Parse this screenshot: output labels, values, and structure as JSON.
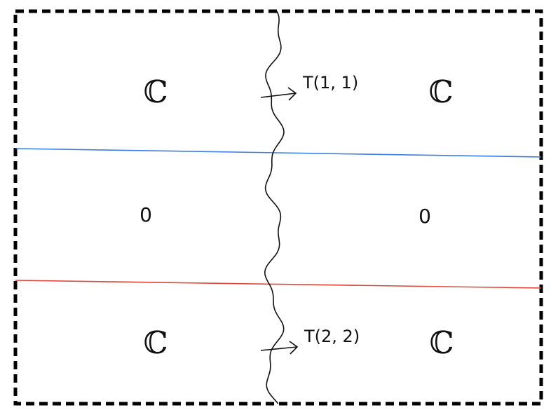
{
  "regions": {
    "top_left": "ℂ",
    "top_right": "ℂ",
    "middle_left": "0",
    "middle_right": "0",
    "bottom_left": "ℂ",
    "bottom_right": "ℂ"
  },
  "arrows": {
    "top": "T(1, 1)",
    "bottom": "T(2, 2)"
  },
  "colors": {
    "frame": "#000000",
    "upper_line": "#3b7de8",
    "lower_line": "#e0453a",
    "wavy_line": "#111111"
  }
}
